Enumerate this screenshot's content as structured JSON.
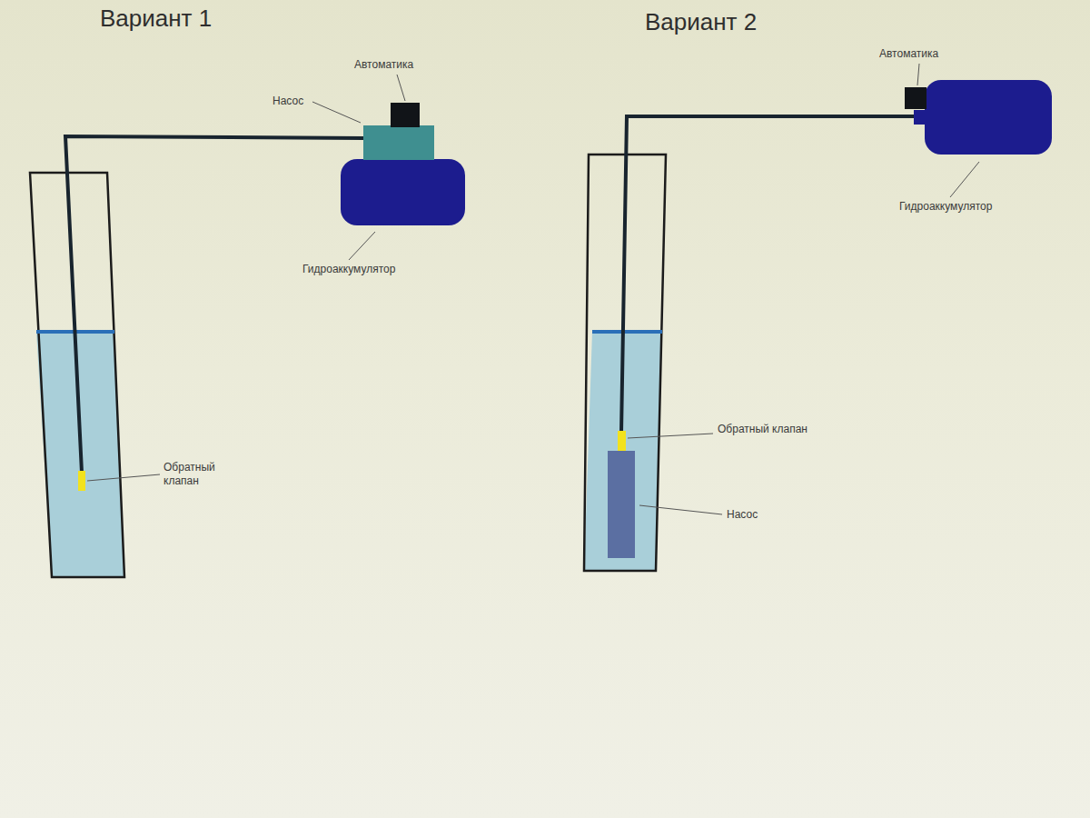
{
  "diagram": {
    "labels": [
      "Вариант 1",
      "Автоматика",
      "Насос",
      "Гидроаккумулятор",
      "Обратный клапан",
      "Вариант 2",
      "Автоматика",
      "Гидроаккумулятор",
      "Обратный клапан",
      "Насос"
    ]
  }
}
